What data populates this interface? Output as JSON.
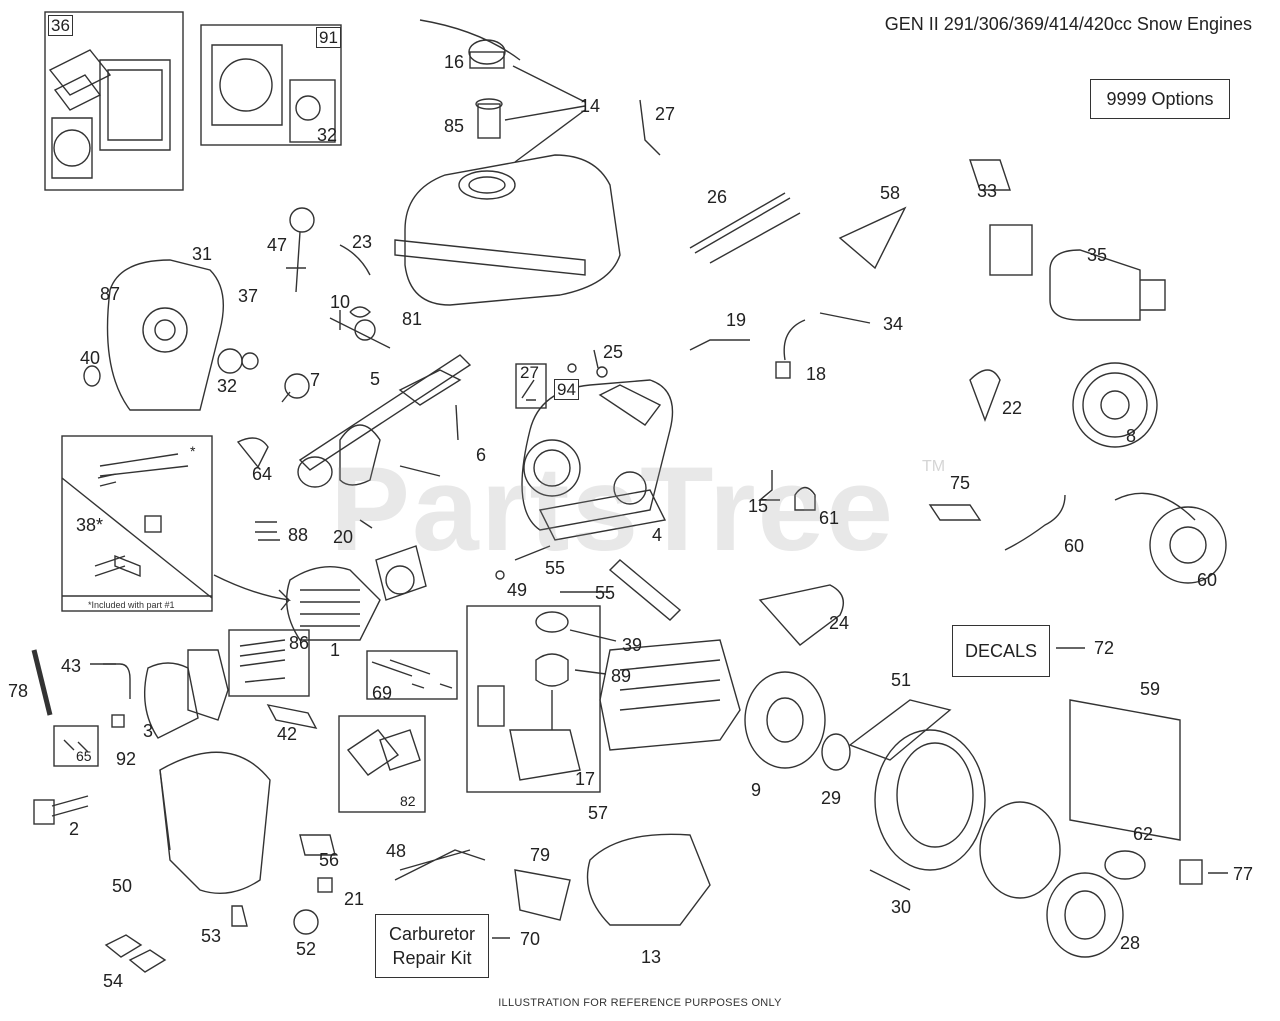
{
  "title": "GEN II 291/306/369/414/420cc Snow Engines",
  "footer": "ILLUSTRATION FOR REFERENCE PURPOSES ONLY",
  "watermark": "PartsTree",
  "watermark_tm": "TM",
  "inset_note": "*Included with part #1",
  "inset_star": "*",
  "boxes": {
    "options": "9999 Options",
    "decals": "DECALS",
    "carb_kit_line1": "Carburetor",
    "carb_kit_line2": "Repair Kit"
  },
  "tags": {
    "t36": "36",
    "t91": "91",
    "t32box": "32",
    "t27box": "27",
    "t94": "94",
    "t65": "65",
    "t82": "82"
  },
  "labels": {
    "l16": "16",
    "l14": "14",
    "l85": "85",
    "l27": "27",
    "l33": "33",
    "l26": "26",
    "l58": "58",
    "l35": "35",
    "l47": "47",
    "l23": "23",
    "l31": "31",
    "l87": "87",
    "l37": "37",
    "l10": "10",
    "l81": "81",
    "l19": "19",
    "l34": "34",
    "l18": "18",
    "l40": "40",
    "l32": "32",
    "l7": "7",
    "l5": "5",
    "l25": "25",
    "l22": "22",
    "l8": "8",
    "l64": "64",
    "l6": "6",
    "l38": "38*",
    "l88": "88",
    "l20": "20",
    "l15": "15",
    "l61": "61",
    "l75": "75",
    "l4": "4",
    "l60a": "60",
    "l60b": "60",
    "l49": "49",
    "l55a": "55",
    "l55b": "55",
    "l24": "24",
    "l1": "1",
    "l86": "86",
    "l39": "39",
    "l72": "72",
    "l78": "78",
    "l43": "43",
    "l69": "69",
    "l89": "89",
    "l51": "51",
    "l59": "59",
    "l3": "3",
    "l92": "92",
    "l42": "42",
    "l17": "17",
    "l57": "57",
    "l9": "9",
    "l29": "29",
    "l2": "2",
    "l56": "56",
    "l48": "48",
    "l79": "79",
    "l62": "62",
    "l30": "30",
    "l77": "77",
    "l50": "50",
    "l21": "21",
    "l53": "53",
    "l52": "52",
    "l70": "70",
    "l13": "13",
    "l28": "28",
    "l54": "54"
  },
  "colors": {
    "line": "#333333",
    "fill": "#ffffff",
    "watermark": "#969696"
  }
}
